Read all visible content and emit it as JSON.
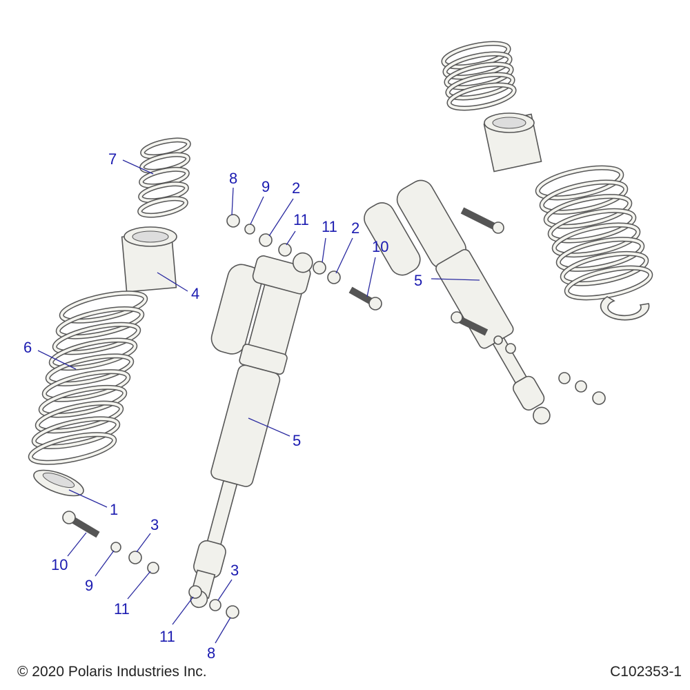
{
  "callouts": {
    "c7": "7",
    "c8a": "8",
    "c9a": "9",
    "c2a": "2",
    "c11a": "11",
    "c11b": "11",
    "c2b": "2",
    "c10a": "10",
    "c4": "4",
    "c5a": "5",
    "c6": "6",
    "c5b": "5",
    "c1": "1",
    "c3a": "3",
    "c10b": "10",
    "c9b": "9",
    "c11c": "11",
    "c3b": "3",
    "c11d": "11",
    "c8b": "8"
  },
  "footer": {
    "copyright": "© 2020 Polaris Industries Inc.",
    "part_code": "C102353-1"
  },
  "colors": {
    "callout": "#1a1ab0",
    "line_art": "#555555"
  }
}
